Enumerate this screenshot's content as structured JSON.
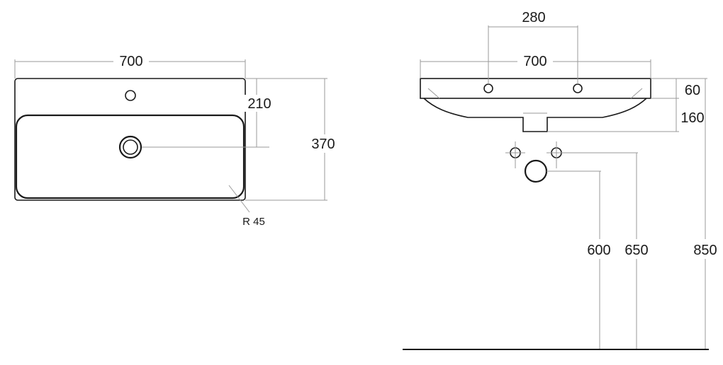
{
  "top_view": {
    "width_label": "700",
    "bowl_depth_label": "210",
    "depth_label": "370",
    "radius_label": "R 45"
  },
  "front_view": {
    "tap_spacing_label": "280",
    "width_label": "700",
    "rim_height_label": "60",
    "basin_height_label": "160",
    "waste_height_label": "600",
    "supply_height_label": "650",
    "rim_floor_height_label": "850"
  }
}
